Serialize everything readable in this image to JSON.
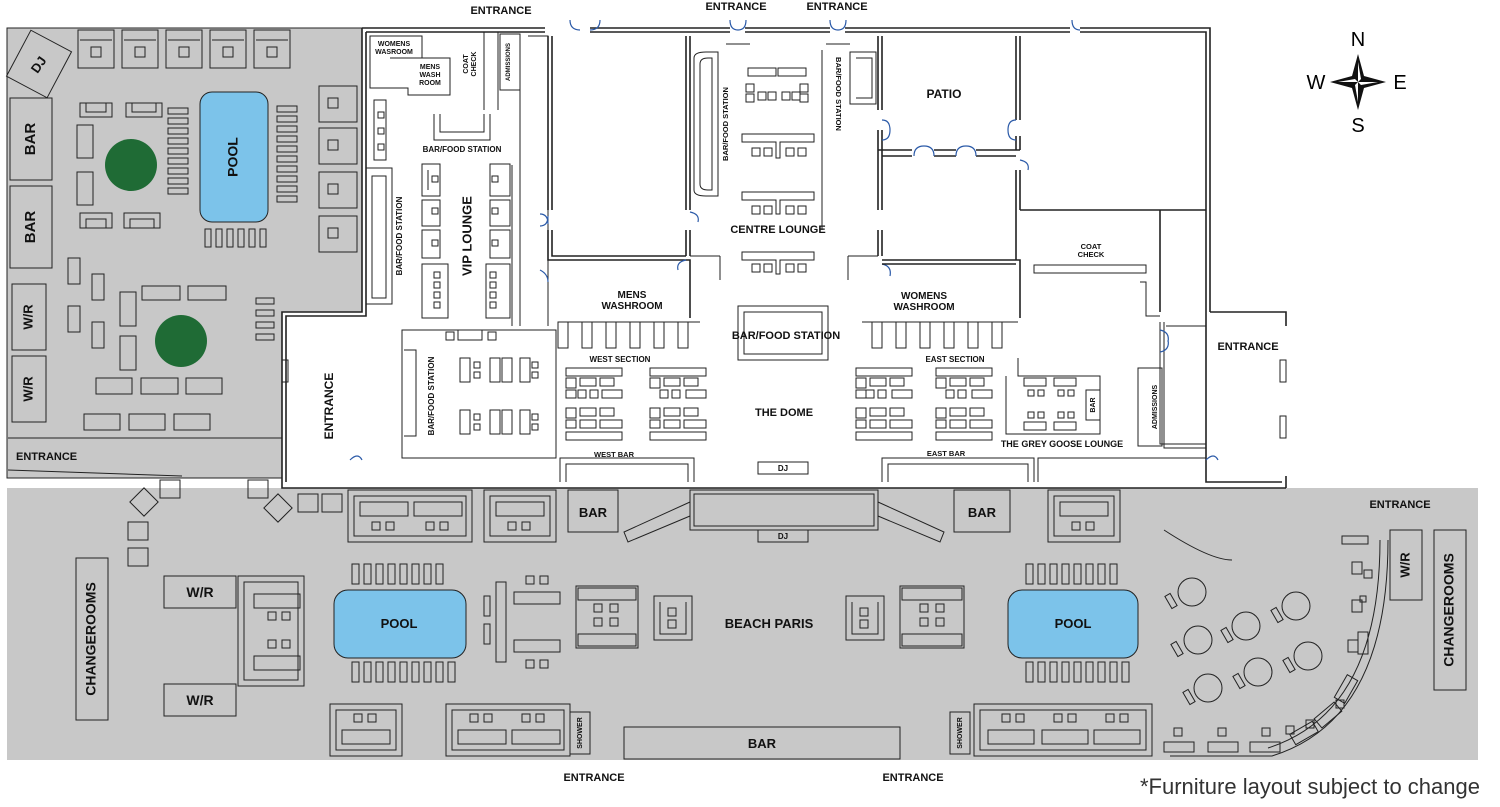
{
  "labels": {
    "dj_pool": "DJ",
    "bar_left_1": "BAR",
    "bar_left_2": "BAR",
    "wr_left_1": "W/R",
    "wr_left_2": "W/R",
    "pool_top": "POOL",
    "entrance_left_lower": "ENTRANCE",
    "entrance_top_1": "ENTRANCE",
    "entrance_top_2": "ENTRANCE",
    "entrance_top_3": "ENTRANCE",
    "womens_washroom_small": "WOMENS WASROOM",
    "mens_wash_room_small": "MENS WASH ROOM",
    "coat_check_small": "COAT CHECK",
    "admissions_small": "ADMISSIONS",
    "bar_food_station_vip_top": "BAR/FOOD STATION",
    "vip_lounge": "VIP LOUNGE",
    "bar_food_station_vip_side": "BAR/FOOD STATION",
    "entrance_west": "ENTRANCE",
    "bar_food_station_vip_lower": "BAR/FOOD STATION",
    "bar_food_station_centre_left": "BAR/FOOD STATION",
    "bar_food_station_centre_right": "BAR/FOOD STATION",
    "centre_lounge": "CENTRE LOUNGE",
    "patio": "PATIO",
    "mens_washroom": "MENS WASHROOM",
    "womens_washroom": "WOMENS WASHROOM",
    "bar_food_station_dome": "BAR/FOOD STATION",
    "west_section": "WEST SECTION",
    "east_section": "EAST SECTION",
    "the_dome": "THE DOME",
    "west_bar": "WEST BAR",
    "east_bar": "EAST BAR",
    "dj_dome": "DJ",
    "coat_check_east": "COAT CHECK",
    "entrance_east": "ENTRANCE",
    "admissions_east": "ADMISSIONS",
    "bar_grey_goose": "BAR",
    "grey_goose_lounge": "THE GREY GOOSE LOUNGE",
    "bar_beach_1": "BAR",
    "bar_beach_2": "BAR",
    "dj_beach": "DJ",
    "entrance_beach_right": "ENTRANCE",
    "changerooms_left": "CHANGEROOMS",
    "wr_beach_1": "W/R",
    "wr_beach_2": "W/R",
    "pool_beach_left": "POOL",
    "beach_paris": "BEACH PARIS",
    "pool_beach_right": "POOL",
    "wr_beach_right": "W/R",
    "changerooms_right": "CHANGEROOMS",
    "shower_1": "SHOWER",
    "shower_2": "SHOWER",
    "bar_beach_bottom": "BAR",
    "entrance_bottom_1": "ENTRANCE",
    "entrance_bottom_2": "ENTRANCE"
  },
  "compass": {
    "n": "N",
    "s": "S",
    "e": "E",
    "w": "W"
  },
  "note": "*Furniture layout subject to change",
  "colors": {
    "outdoor": "#c8c8c8",
    "pool": "#7cc3ea",
    "tree": "#1f6b35",
    "door": "#2b5aa8"
  }
}
